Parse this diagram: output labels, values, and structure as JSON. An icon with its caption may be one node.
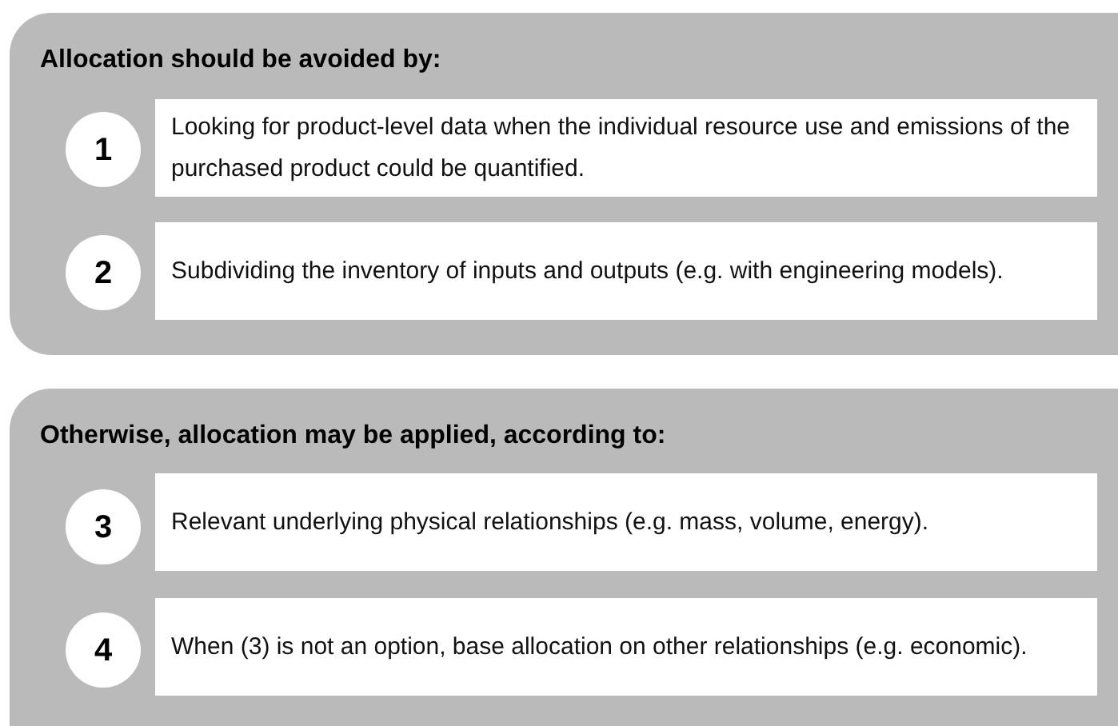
{
  "diagram": {
    "nodes": [
      {
        "text": [
          "Allocation should be avoided by:"
        ]
      },
      {
        "text": [
          "1"
        ],
        "in": 0
      },
      {
        "text": [
          "Looking for product-level data when the individual resource use and emissions of the purchased product could be quantified."
        ],
        "in": 0
      },
      {
        "text": [
          "2"
        ],
        "in": 0
      },
      {
        "text": [
          "Subdividing the inventory of inputs and outputs (e.g. with engineering models)."
        ],
        "in": 0
      },
      {
        "text": [
          "Otherwise, allocation may be applied, according to:"
        ]
      },
      {
        "text": [
          "3"
        ],
        "in": 5
      },
      {
        "text": [
          "Relevant underlying physical relationships (e.g. mass, volume, energy)."
        ],
        "in": 5
      },
      {
        "text": [
          "4"
        ],
        "in": 5
      },
      {
        "text": [
          "When (3) is not an option, base allocation on other relationships (e.g. economic)."
        ],
        "in": 5
      }
    ]
  }
}
